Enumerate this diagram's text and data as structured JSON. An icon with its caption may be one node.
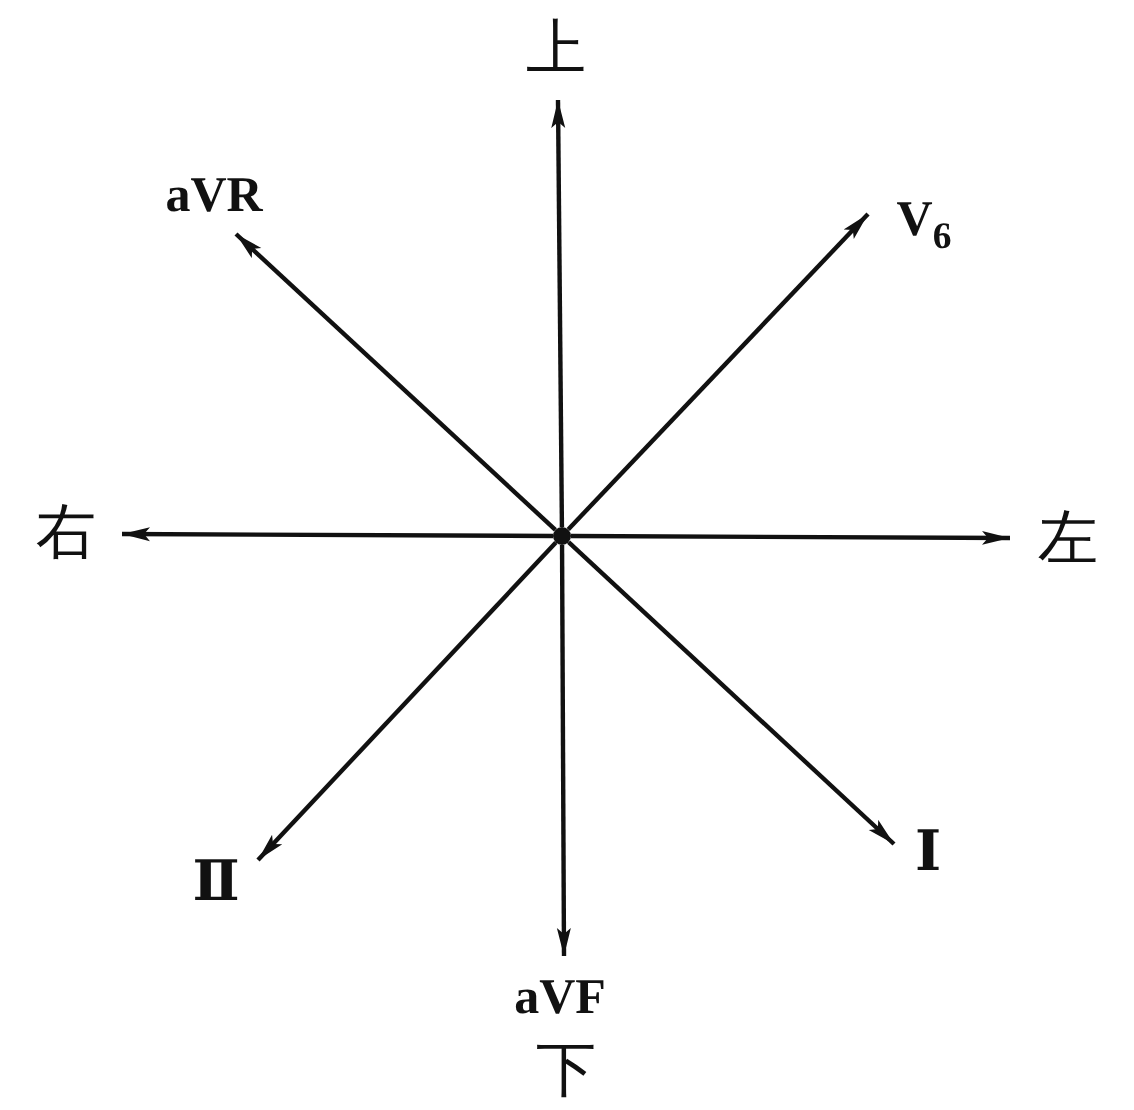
{
  "diagram": {
    "nodes": [
      {
        "text": [
          "上"
        ]
      },
      {
        "text": [
          "aVR"
        ]
      },
      {
        "text": [
          "V$_{6}$"
        ]
      },
      {
        "text": [
          "右"
        ]
      },
      {
        "text": [],
        "shape": "circle"
      },
      {
        "text": [
          "左"
        ]
      },
      {
        "text": [
          "Ⅱ"
        ]
      },
      {
        "text": [
          "Ⅰ"
        ]
      },
      {
        "text": [
          "aVF"
        ]
      }
    ],
    "edges": [
      {
        "from": 4,
        "to": 0,
        "arrow": "to"
      },
      {
        "from": 4,
        "to": 1,
        "arrow": "to"
      },
      {
        "from": 4,
        "to": 2,
        "arrow": "to"
      },
      {
        "from": 4,
        "to": 3,
        "arrow": "to"
      },
      {
        "from": 4,
        "to": 5,
        "arrow": "to"
      },
      {
        "from": 4,
        "to": 6,
        "arrow": "to"
      },
      {
        "from": 4,
        "to": 7,
        "arrow": "to"
      },
      {
        "from": 4,
        "to": 8,
        "arrow": "to"
      }
    ],
    "labels": [
      "下"
    ]
  }
}
